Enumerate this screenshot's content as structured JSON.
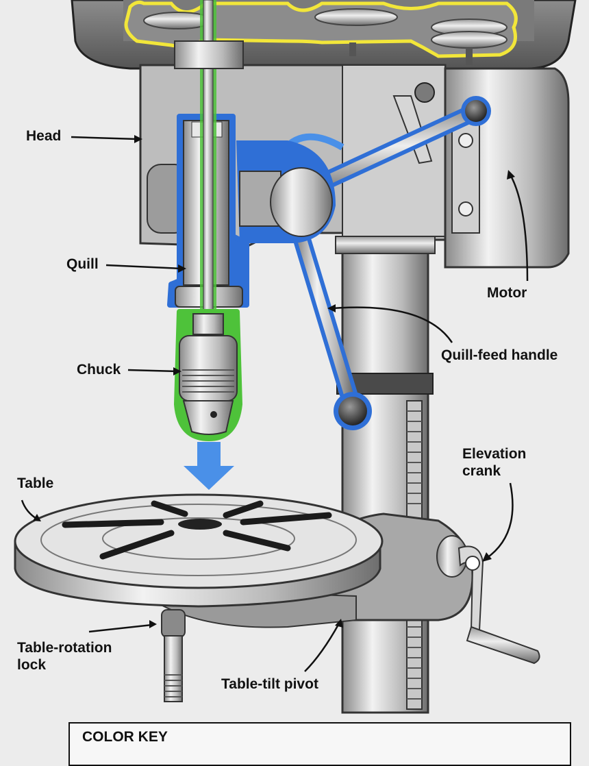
{
  "labels": {
    "head": "Head",
    "quill": "Quill",
    "chuck": "Chuck",
    "motor": "Motor",
    "quill_feed_handle": "Quill-feed handle",
    "table": "Table",
    "elevation_crank_line1": "Elevation",
    "elevation_crank_line2": "crank",
    "table_rotation_lock_line1": "Table-rotation",
    "table_rotation_lock_line2": "lock",
    "table_tilt_pivot": "Table-tilt pivot"
  },
  "color_key": {
    "title": "COLOR KEY"
  },
  "colors": {
    "background": "#ececec",
    "belt_outline": "#f2e63a",
    "quill_assembly_outline": "#2f6fd6",
    "spindle_chuck_outline": "#4ec23a",
    "feed_direction_arrow": "#4a90e8",
    "metal_dark": "#6b6b6b",
    "metal_light": "#d9d9d9"
  }
}
